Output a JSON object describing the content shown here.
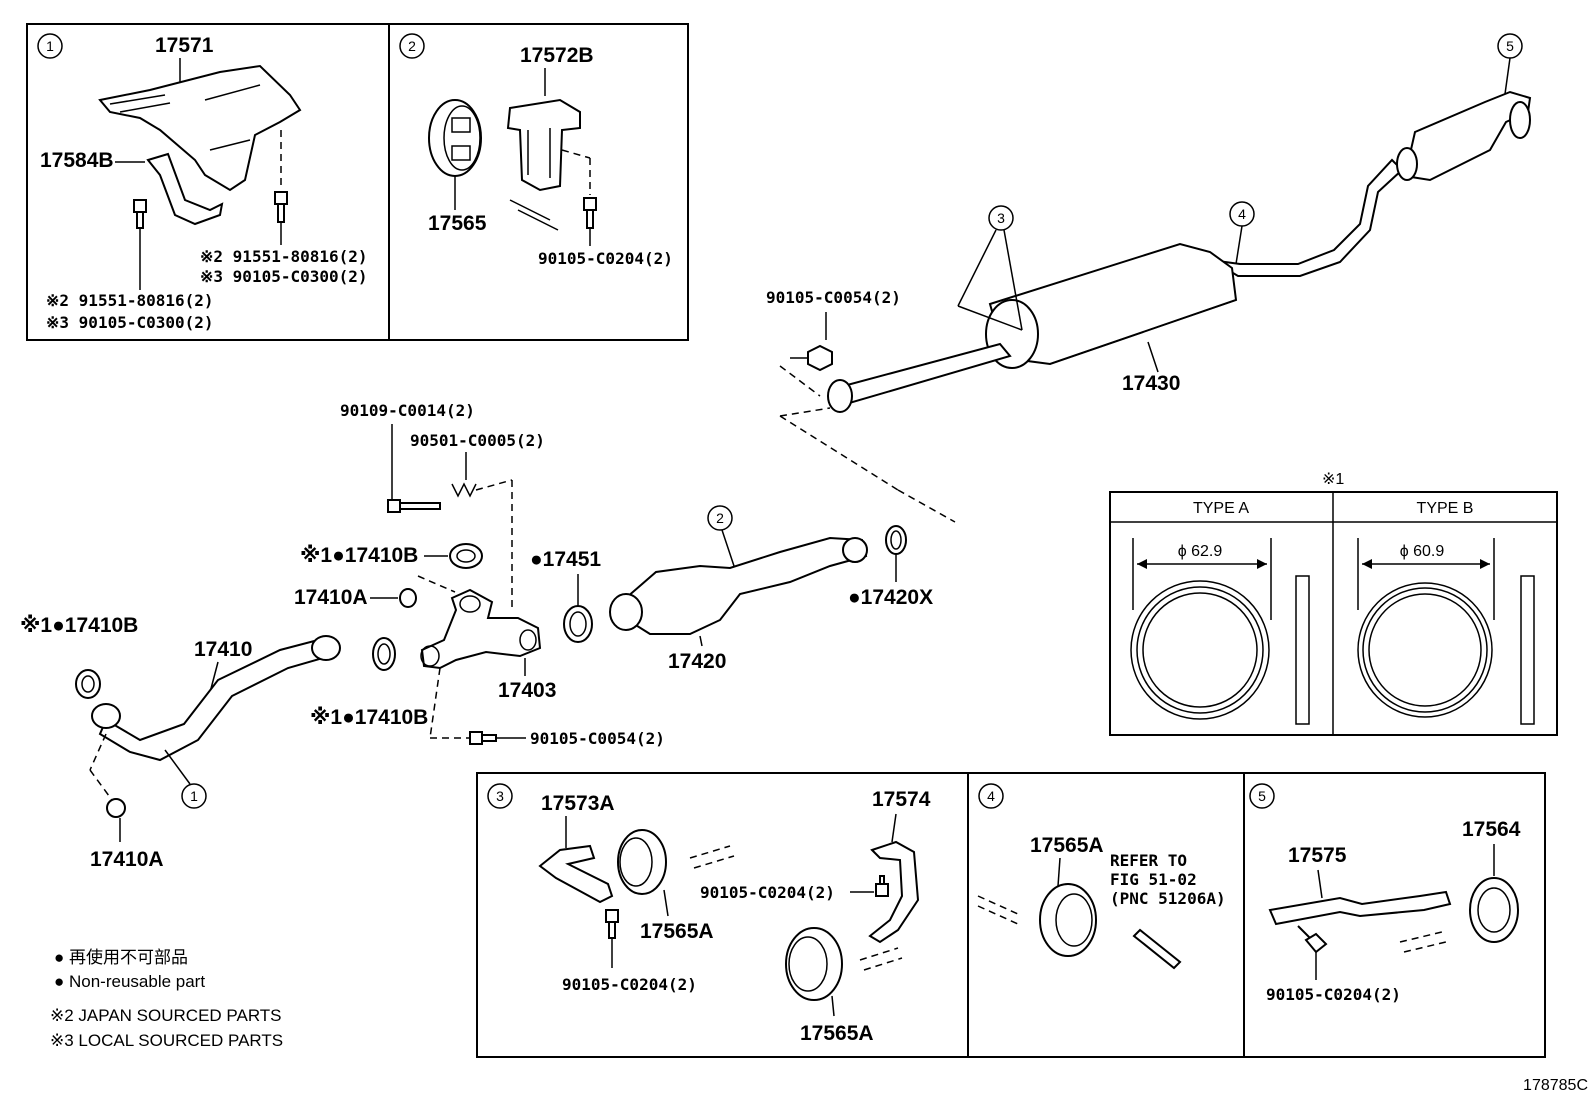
{
  "diagram_id": "178785C",
  "callouts": {
    "c1": "1",
    "c2": "2",
    "c3": "3",
    "c4": "4",
    "c5": "5"
  },
  "inset1": {
    "p17571": "17571",
    "p17584b": "17584B",
    "bolt_right_a": "※2 91551-80816(2)",
    "bolt_right_b": "※3 90105-C0300(2)",
    "bolt_left_a": "※2 91551-80816(2)",
    "bolt_left_b": "※3 90105-C0300(2)"
  },
  "inset2": {
    "p17572b": "17572B",
    "p17565": "17565",
    "bolt": "90105-C0204(2)"
  },
  "rear": {
    "bolt": "90105-C0054(2)",
    "p17430": "17430"
  },
  "front": {
    "bolt1": "90109-C0014(2)",
    "spring": "90501-C0005(2)",
    "g17410b_1": "※1●17410B",
    "n17410a_1": "17410A",
    "g17451": "●17451",
    "g17410b_2": "※1●17410B",
    "p17410": "17410",
    "g17410b_3": "※1●17410B",
    "p17403": "17403",
    "p17420": "17420",
    "g17420x": "●17420X",
    "bolt2": "90105-C0054(2)",
    "n17410a_2": "17410A"
  },
  "gasket_table": {
    "note": "※1",
    "type_a": "TYPE A",
    "type_b": "TYPE B",
    "dim_a": "ϕ 62.9",
    "dim_b": "ϕ 60.9"
  },
  "inset3": {
    "p17573a": "17573A",
    "p17574": "17574",
    "bolt_a": "90105-C0204(2)",
    "p17565a_a": "17565A",
    "bolt_b": "90105-C0204(2)",
    "p17565a_b": "17565A"
  },
  "inset4": {
    "p17565a": "17565A",
    "refer1": "REFER TO",
    "refer2": "FIG 51-02",
    "refer3": "(PNC 51206A)"
  },
  "inset5": {
    "p17575": "17575",
    "p17564": "17564",
    "bolt": "90105-C0204(2)"
  },
  "legend": {
    "jp": "● 再使用不可部品",
    "en": "● Non-reusable part",
    "n2": "※2 JAPAN SOURCED PARTS",
    "n3": "※3 LOCAL SOURCED PARTS"
  }
}
